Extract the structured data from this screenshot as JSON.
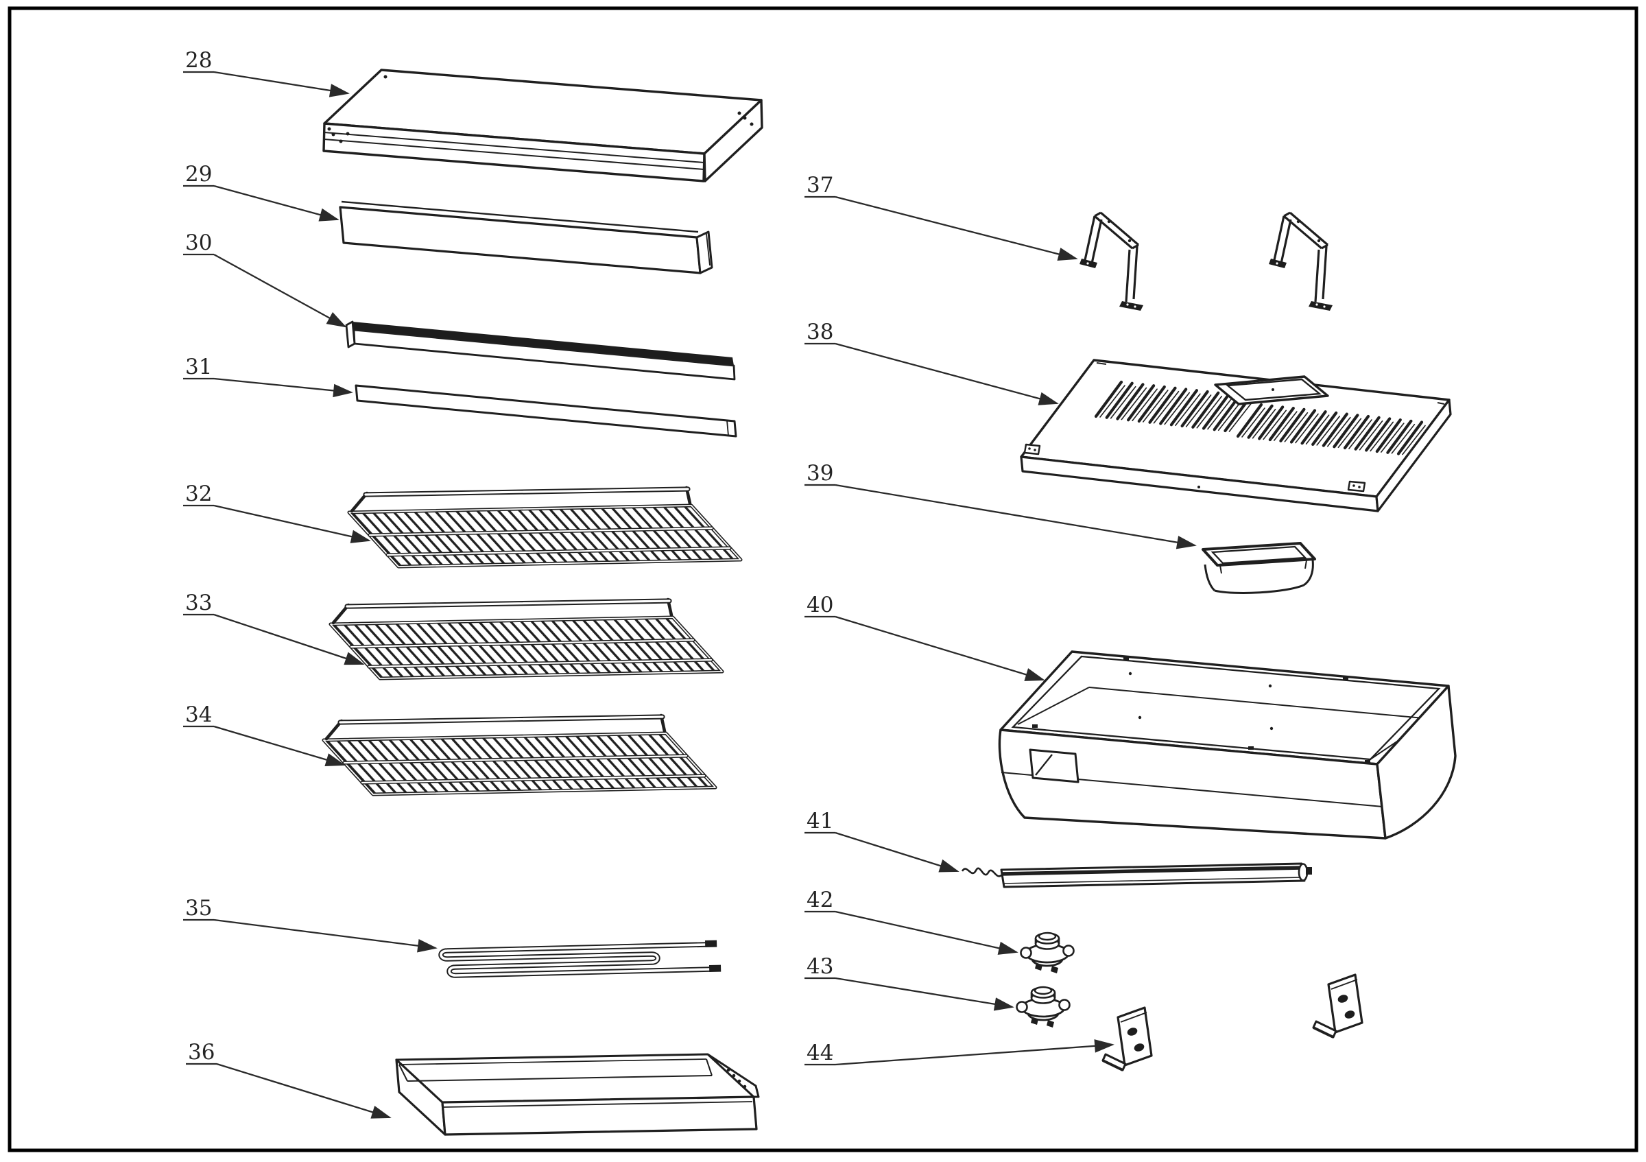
{
  "diagram": {
    "kind": "exploded-parts-diagram",
    "background_color": "#ffffff",
    "border_color": "#000000",
    "line_color": "#1f1f1f",
    "callouts": {
      "c28": {
        "num": "28",
        "part": "top panel"
      },
      "c29": {
        "num": "29",
        "part": "front trim panel"
      },
      "c30": {
        "num": "30",
        "part": "upper rail strip"
      },
      "c31": {
        "num": "31",
        "part": "lower rail strip"
      },
      "c32": {
        "num": "32",
        "part": "wire cooking rack"
      },
      "c33": {
        "num": "33",
        "part": "wire cooking rack"
      },
      "c34": {
        "num": "34",
        "part": "wire cooking rack"
      },
      "c35": {
        "num": "35",
        "part": "heating element"
      },
      "c36": {
        "num": "36",
        "part": "grease tray"
      },
      "c37": {
        "num": "37",
        "part": "support bracket pair"
      },
      "c38": {
        "num": "38",
        "part": "vented panel"
      },
      "c39": {
        "num": "39",
        "part": "grease cup"
      },
      "c40": {
        "num": "40",
        "part": "body housing"
      },
      "c41": {
        "num": "41",
        "part": "heating rod with lead wire"
      },
      "c42": {
        "num": "42",
        "part": "thermostat"
      },
      "c43": {
        "num": "43",
        "part": "thermostat"
      },
      "c44": {
        "num": "44",
        "part": "mounting bracket pair"
      }
    }
  }
}
